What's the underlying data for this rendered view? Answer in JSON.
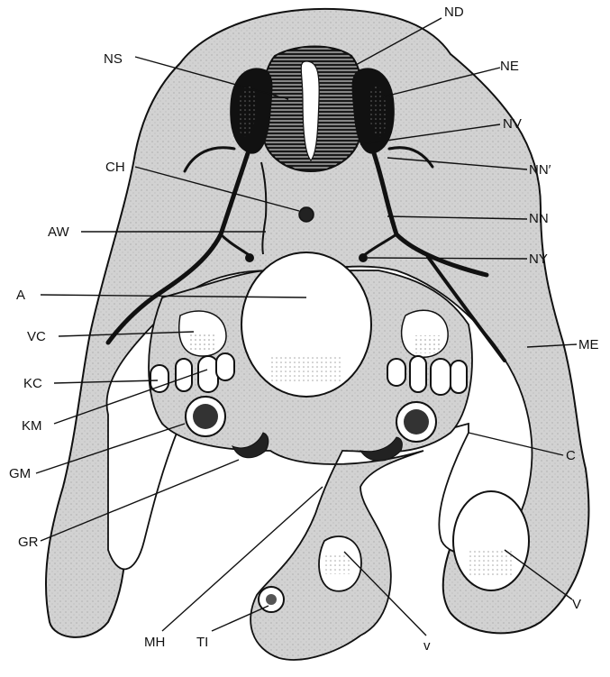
{
  "figure": {
    "labels": {
      "ND": "ND",
      "NS": "NS",
      "NE": "NE",
      "NV": "NV",
      "NN_prime": "NN′",
      "CH": "CH",
      "NN": "NN",
      "AW": "AW",
      "NY": "NY",
      "A": "A",
      "VC": "VC",
      "ME": "ME",
      "KC": "KC",
      "KM": "KM",
      "C": "C",
      "GM": "GM",
      "GR": "GR",
      "V_large": "V",
      "MH": "MH",
      "TI": "TI",
      "v_small": "v"
    },
    "colors": {
      "tissue_fill": "#cfcfcf",
      "ink": "#111111",
      "background": "#ffffff"
    }
  }
}
